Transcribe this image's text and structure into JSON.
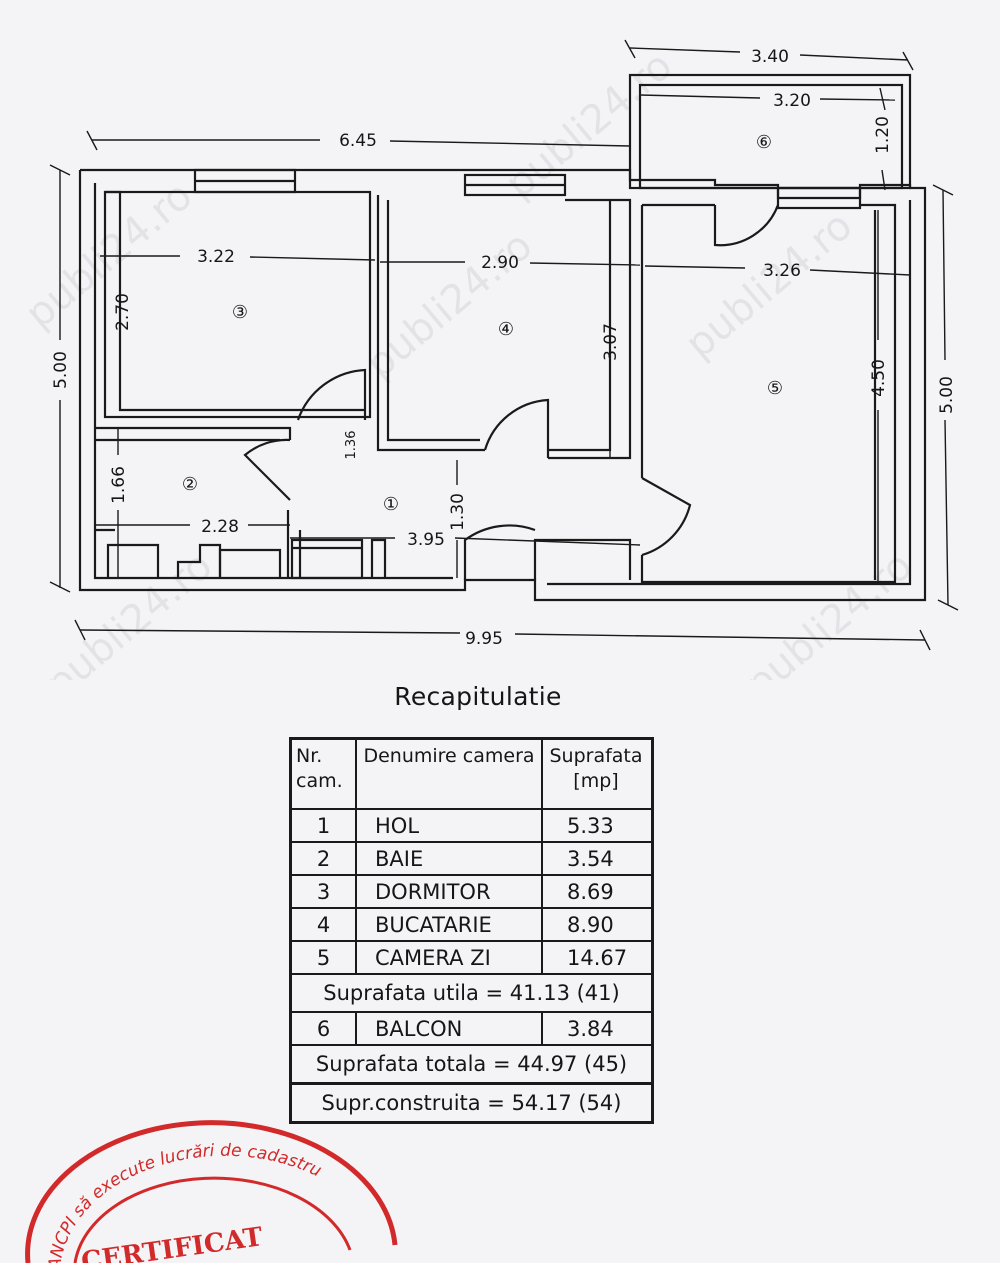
{
  "plan": {
    "dims": {
      "total_width": "9.95",
      "left_width": "6.45",
      "balcony_outer": "3.40",
      "balcony_inner": "3.20",
      "balcony_depth": "1.20",
      "height_left": "5.00",
      "height_right": "5.00",
      "room3_width": "3.22",
      "room3_height": "2.70",
      "room4_width": "2.90",
      "room4_height": "3.07",
      "room5_width": "3.26",
      "room5_height": "4.50",
      "room2_height": "1.66",
      "room2_width": "2.28",
      "hall_width": "3.95",
      "hall_depth": "1.30",
      "small_dim": "1.36"
    },
    "room_numbers": [
      "①",
      "②",
      "③",
      "④",
      "⑤",
      "⑥"
    ],
    "watermark": "publi24.ro"
  },
  "recap": {
    "title": "Recapitulatie",
    "headers": [
      "Nr. cam.",
      "Denumire camera",
      "Suprafata [mp]"
    ],
    "rows": [
      {
        "nr": "1",
        "name": "HOL",
        "area": "5.33"
      },
      {
        "nr": "2",
        "name": "BAIE",
        "area": "3.54"
      },
      {
        "nr": "3",
        "name": "DORMITOR",
        "area": "8.69"
      },
      {
        "nr": "4",
        "name": "BUCATARIE",
        "area": "8.90"
      },
      {
        "nr": "5",
        "name": "CAMERA ZI",
        "area": "14.67"
      }
    ],
    "util": "Suprafata utila = 41.13 (41)",
    "balcony": {
      "nr": "6",
      "name": "BALCON",
      "area": "3.84"
    },
    "total": "Suprafata totala = 44.97 (45)",
    "built": "Supr.construita = 54.17 (54)"
  },
  "stamp": {
    "arc_text": "ANCPI să execute lucrări de cadastru",
    "label": "CERTIFICAT",
    "color": "#d22a2a"
  }
}
